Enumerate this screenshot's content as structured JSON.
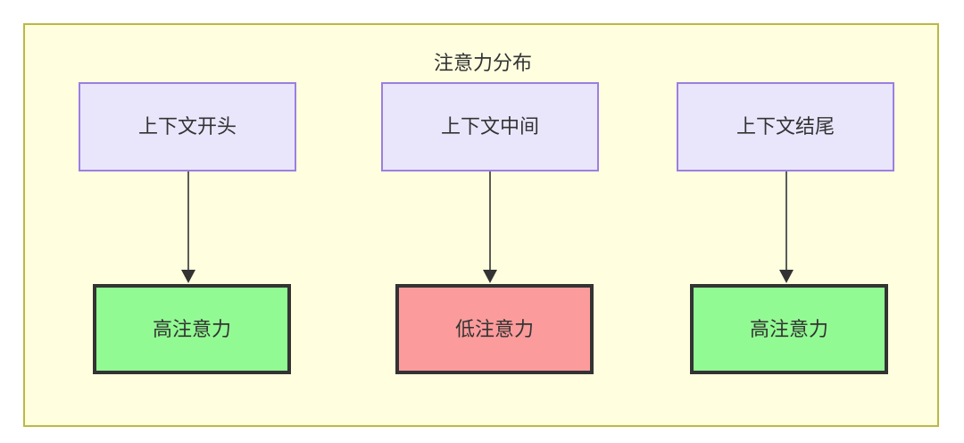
{
  "diagram": {
    "title": "注意力分布",
    "background_color": "#ffffe0",
    "border_color": "#bdb843",
    "text_color": "#333333",
    "columns": [
      {
        "id": "start",
        "source": {
          "label": "上下文开头",
          "fill": "#e9e6fc",
          "stroke": "#9b7fe0"
        },
        "target": {
          "label": "高注意力",
          "fill": "#92fa92",
          "stroke": "#333333"
        }
      },
      {
        "id": "middle",
        "source": {
          "label": "上下文中间",
          "fill": "#e9e6fc",
          "stroke": "#9b7fe0"
        },
        "target": {
          "label": "低注意力",
          "fill": "#fc9b9b",
          "stroke": "#333333"
        }
      },
      {
        "id": "end",
        "source": {
          "label": "上下文结尾",
          "fill": "#e9e6fc",
          "stroke": "#9b7fe0"
        },
        "target": {
          "label": "高注意力",
          "fill": "#92fa92",
          "stroke": "#333333"
        }
      }
    ]
  }
}
